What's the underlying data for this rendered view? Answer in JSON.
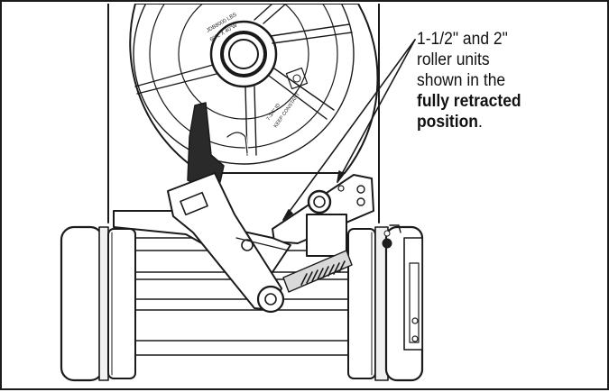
{
  "callout": {
    "line1": "1-1/2\" and 2\"",
    "line2": "roller units",
    "line3": "shown in the",
    "line4_bold": "fully retracted",
    "line5_bold": "position",
    "line5_suffix": "."
  },
  "drum_label": {
    "text_top": "JDB8000 LBS",
    "text_mid": "60\"L X 40\"W",
    "text_side": "7-3/4\" ID",
    "text_side2": "KEEP CONSTANT"
  },
  "colors": {
    "line": "#1a1a1a",
    "fill_light": "#f4f4f4",
    "fill_mid": "#d9d9d9",
    "fill_dark": "#1e1e1e",
    "background": "#ffffff"
  }
}
